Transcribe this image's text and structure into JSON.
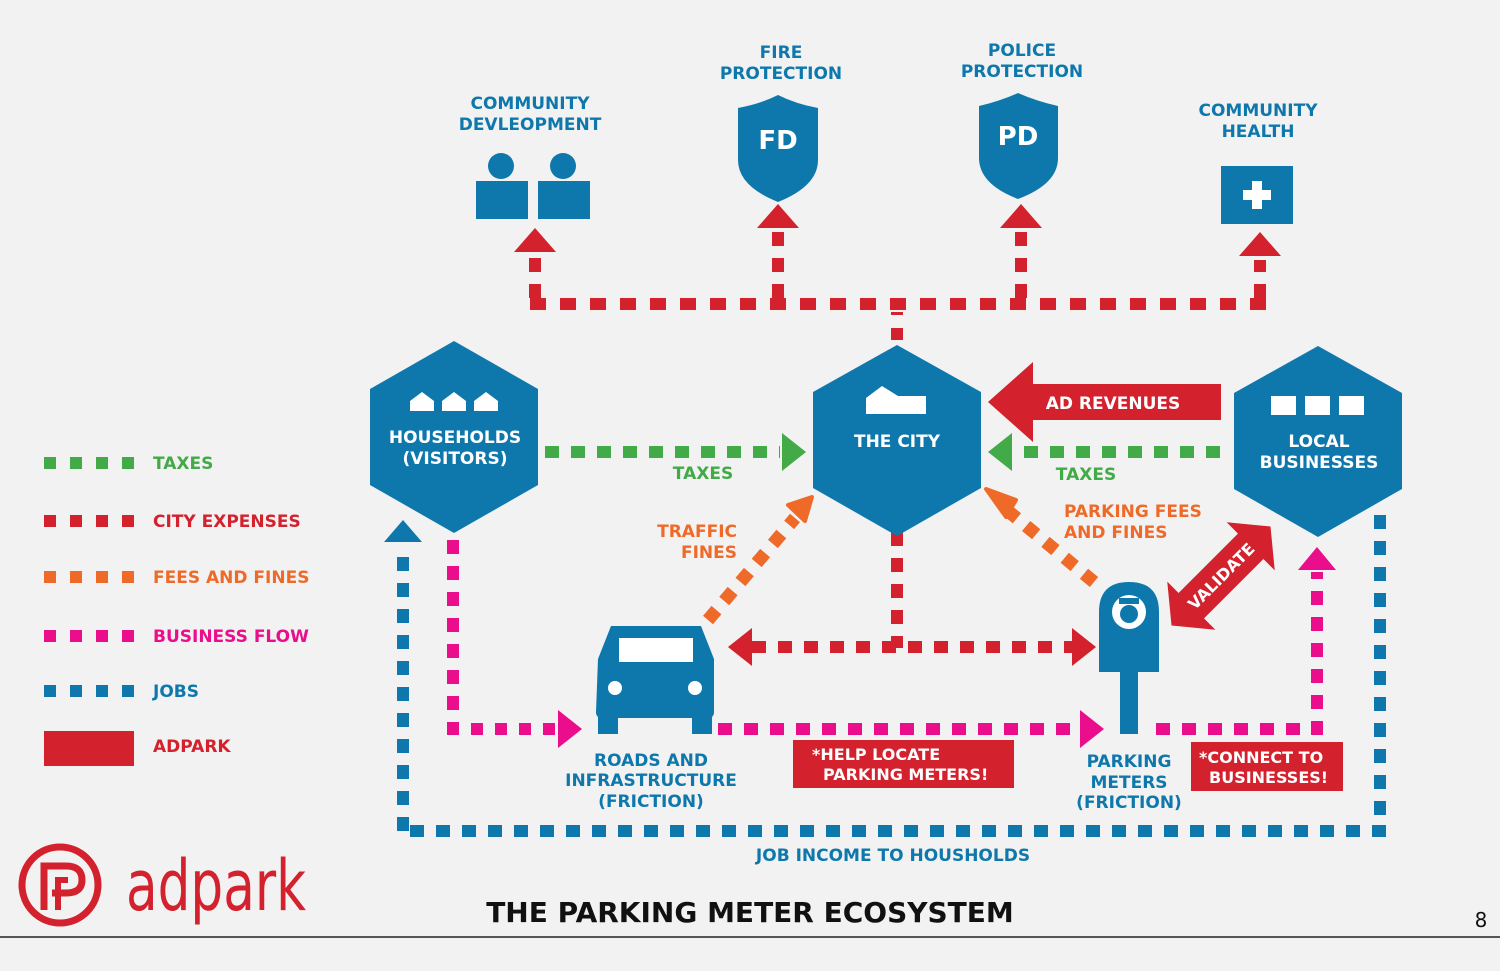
{
  "colors": {
    "blue": "#0e78ad",
    "red": "#d3212d",
    "green": "#43aa48",
    "orange": "#ef6a28",
    "magenta": "#ea0d8c",
    "background": "#f2f2f2"
  },
  "services": {
    "community_development": [
      "COMMUNITY",
      "DEVLEOPMENT"
    ],
    "fire_protection": [
      "FIRE",
      "PROTECTION"
    ],
    "fire_badge": "FD",
    "police_protection": [
      "POLICE",
      "PROTECTION"
    ],
    "police_badge": "PD",
    "community_health": [
      "COMMUNITY",
      "HEALTH"
    ],
    "health_symbol": "+"
  },
  "nodes": {
    "households": [
      "HOUSEHOLDS",
      "(VISITORS)"
    ],
    "city": "THE CITY",
    "businesses": [
      "LOCAL",
      "BUSINESSES"
    ],
    "roads": [
      "ROADS AND",
      "INFRASTRUCTURE",
      "(FRICTION)"
    ],
    "meters": [
      "PARKING",
      "METERS",
      "(FRICTION)"
    ]
  },
  "flow_labels": {
    "taxes_left": "TAXES",
    "taxes_right": "TAXES",
    "traffic_fines": [
      "TRAFFIC",
      "FINES"
    ],
    "parking_fees": [
      "PARKING FEES",
      "AND FINES"
    ],
    "ad_revenues": "AD REVENUES",
    "validate": "VALIDATE",
    "help_locate": [
      "*HELP LOCATE",
      "PARKING METERS!"
    ],
    "connect": [
      "*CONNECT TO",
      "BUSINESSES!"
    ],
    "job_income": "JOB INCOME TO HOUSHOLDS"
  },
  "legend": [
    {
      "label": "TAXES",
      "color": "#43aa48",
      "style": "dotted"
    },
    {
      "label": "CITY EXPENSES",
      "color": "#d3212d",
      "style": "dotted"
    },
    {
      "label": "FEES AND FINES",
      "color": "#ef6a28",
      "style": "dotted"
    },
    {
      "label": "BUSINESS FLOW",
      "color": "#ea0d8c",
      "style": "dotted"
    },
    {
      "label": "JOBS",
      "color": "#0e78ad",
      "style": "dotted"
    },
    {
      "label": "ADPARK",
      "color": "#d3212d",
      "style": "solid"
    }
  ],
  "brand": "adpark",
  "title": "THE PARKING METER ECOSYSTEM",
  "page_number": "8"
}
